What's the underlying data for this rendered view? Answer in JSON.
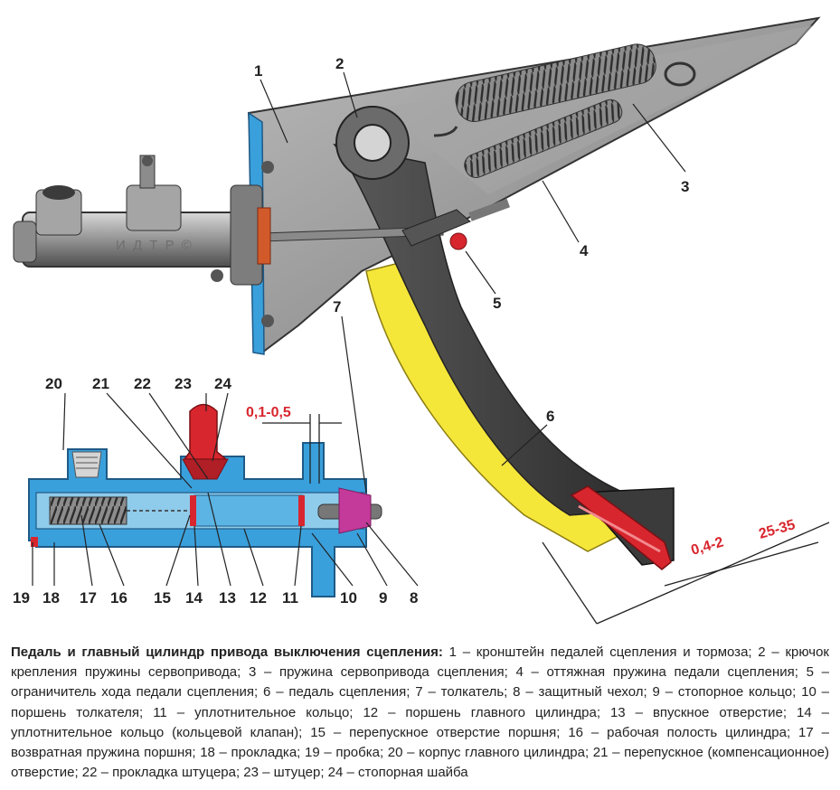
{
  "watermark": "И Д Т Р ©",
  "callouts": {
    "c1": "1",
    "c2": "2",
    "c3": "3",
    "c4": "4",
    "c5": "5",
    "c6": "6",
    "c7": "7",
    "c8": "8",
    "c9": "9",
    "c10": "10",
    "c11": "11",
    "c12": "12",
    "c13": "13",
    "c14": "14",
    "c15": "15",
    "c16": "16",
    "c17": "17",
    "c18": "18",
    "c19": "19",
    "c20": "20",
    "c21": "21",
    "c22": "22",
    "c23": "23",
    "c24": "24"
  },
  "dimensions": {
    "gap": "0,1-0,5",
    "free_play": "0,4-2",
    "full_travel": "25-35"
  },
  "colors": {
    "bracket": "#9a9a9a",
    "pedal": "#4a4a4a",
    "pedal_shadow": "#f5e63a",
    "cylinder_section": "#3aa0dc",
    "gasket": "#d8262e",
    "pushrod_boot": "#c43a9a",
    "dimension": "#d8262e"
  },
  "caption": {
    "title": "Педаль и главный цилиндр привода выключения сцепления:",
    "body": " 1 – кронштейн педалей сцепления и тормоза; 2 – крючок крепления пружины сервопривода; 3 – пружина сервопривода сцепления; 4 – оттяжная пружина педали сцепления; 5 – ограничитель хода педали сцепления; 6 – педаль сцепления; 7 – толкатель; 8 – защитный чехол; 9 – стопорное кольцо; 10 – поршень толкателя; 11 – уплотнительное кольцо; 12 – поршень главного цилиндра; 13 – впускное отверстие; 14 – уплотнительное кольцо (кольцевой клапан); 15 – перепускное отверстие поршня; 16 – рабочая полость цилиндра; 17 – возвратная пружина поршня; 18 – прокладка; 19 – пробка; 20 – корпус главного цилиндра; 21 – перепускное (компенсационное) отверстие; 22 – прокладка штуцера; 23 – штуцер; 24 – стопорная шайба"
  }
}
